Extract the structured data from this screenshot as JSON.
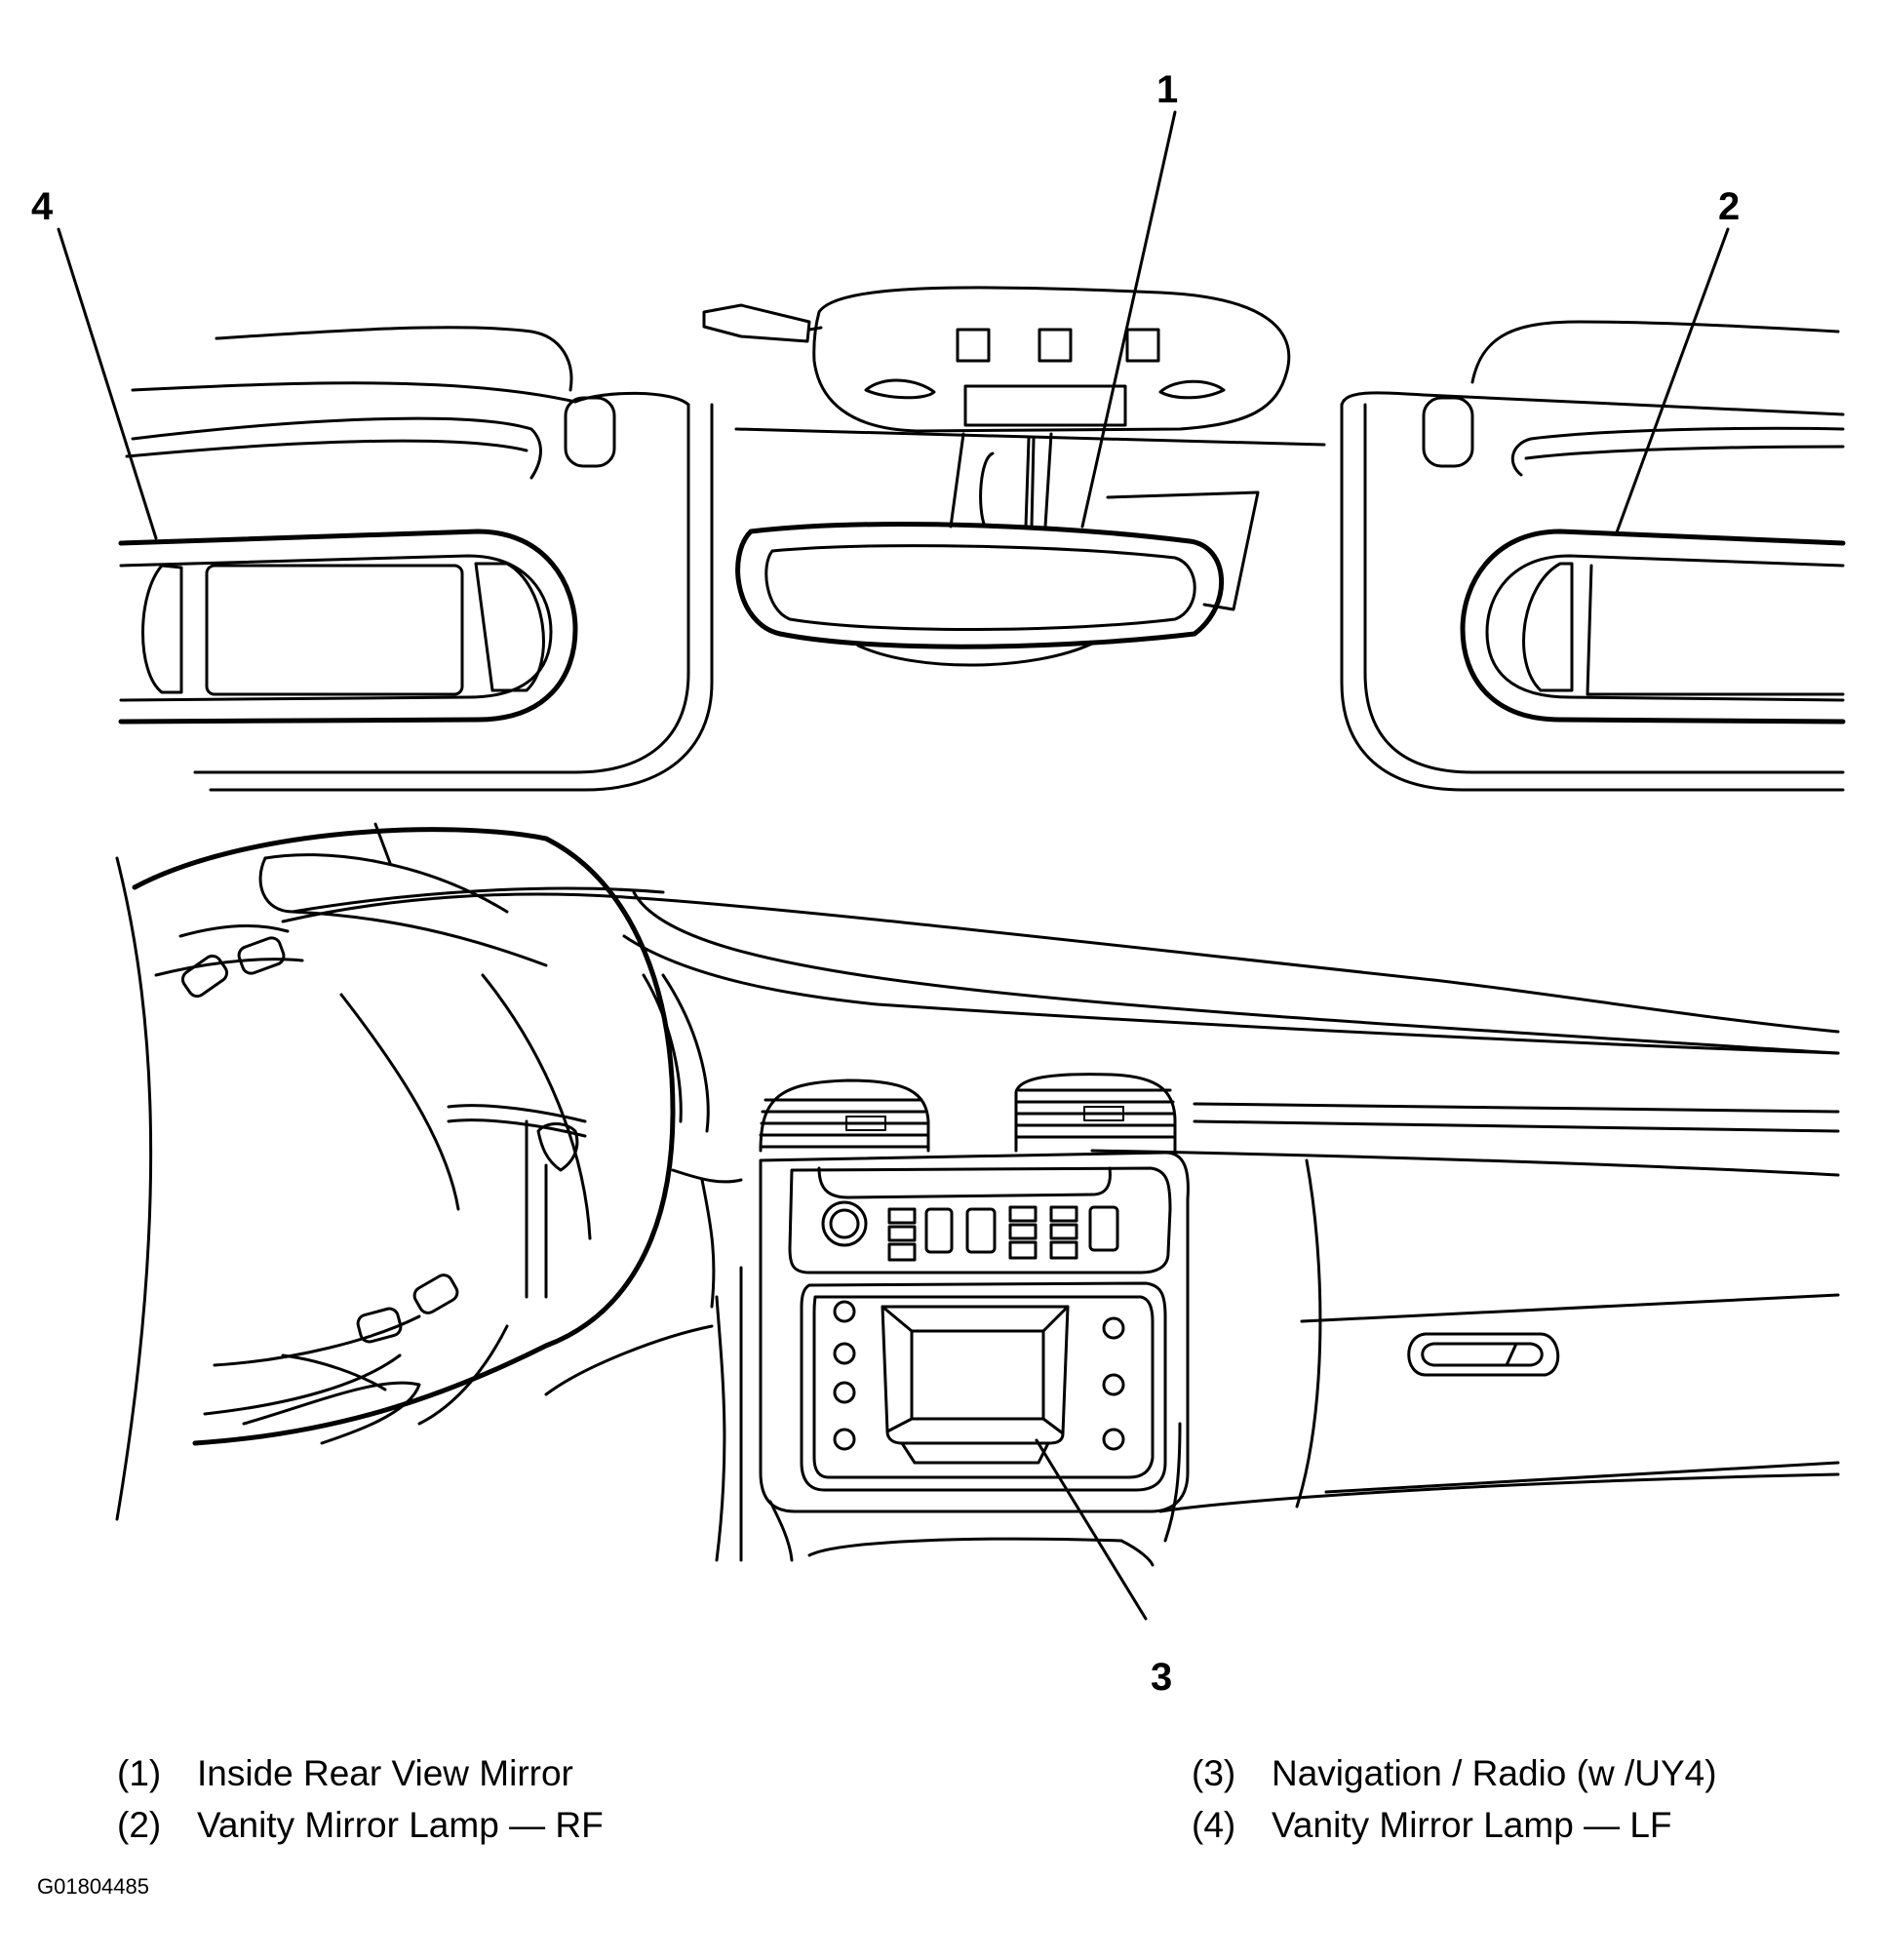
{
  "callouts": [
    {
      "id": "1",
      "text": "1"
    },
    {
      "id": "2",
      "text": "2"
    },
    {
      "id": "3",
      "text": "3"
    },
    {
      "id": "4",
      "text": "4"
    }
  ],
  "legend": [
    {
      "num": "(1)",
      "label": "Inside Rear View Mirror"
    },
    {
      "num": "(2)",
      "label": "Vanity Mirror Lamp — RF"
    },
    {
      "num": "(3)",
      "label": "Navigation / Radio (w /UY4)"
    },
    {
      "num": "(4)",
      "label": "Vanity Mirror Lamp — LF"
    }
  ],
  "figure_id": "G01804485"
}
